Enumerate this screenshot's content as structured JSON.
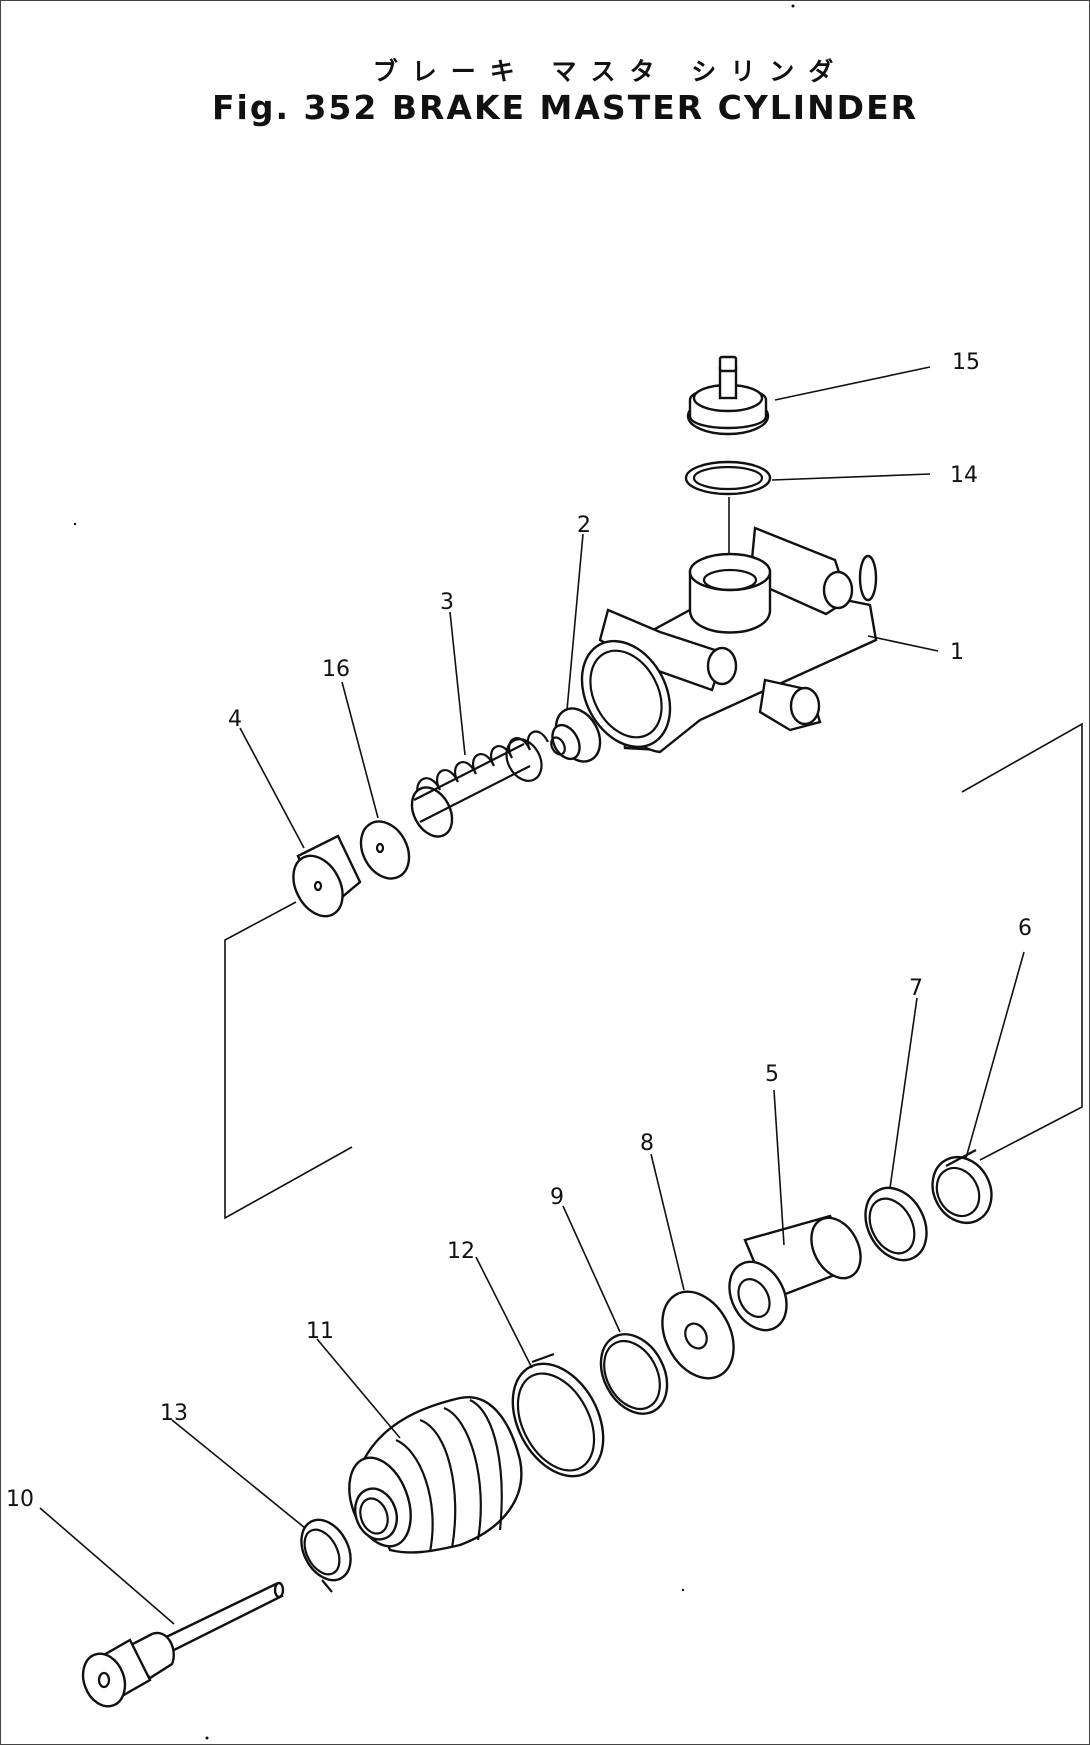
{
  "title": {
    "japanese": "ブレーキ マスタ シリンダ",
    "english": "Fig. 352 BRAKE MASTER CYLINDER"
  },
  "callouts": {
    "c1": "1",
    "c2": "2",
    "c3": "3",
    "c4": "4",
    "c5": "5",
    "c6": "6",
    "c7": "7",
    "c8": "8",
    "c9": "9",
    "c10": "10",
    "c11": "11",
    "c12": "12",
    "c13": "13",
    "c14": "14",
    "c15": "15",
    "c16": "16"
  }
}
